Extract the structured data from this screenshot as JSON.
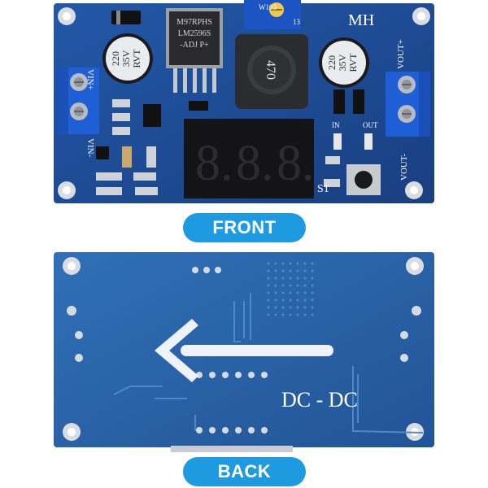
{
  "labels": {
    "front": "FRONT",
    "back": "BACK"
  },
  "front_board": {
    "brand": "MH",
    "regulator_line1": "M97RPHS",
    "regulator_line2": "LM2596S",
    "regulator_line3": "-ADJ P+",
    "inductor": "470",
    "trimmer_top": "W103",
    "trimmer_side": "13",
    "cap_left_line1": "220",
    "cap_left_line2": "35V",
    "cap_left_line3": "RVT",
    "cap_right_line1": "220",
    "cap_right_line2": "35V",
    "cap_right_line3": "RVT",
    "display_digits": [
      "8.",
      "8.",
      "8."
    ],
    "switch_label": "S1",
    "led_in": "IN",
    "led_out": "OUT",
    "vin_plus": "VIN+",
    "vin_minus": "VIN-",
    "vout_plus": "VOUT+",
    "vout_minus": "VOUT-"
  },
  "back_board": {
    "silkscreen": "DC - DC"
  },
  "colors": {
    "pill": "#1e9be0",
    "pcb_front": "#1f4f9a",
    "pcb_back": "#2a62a8",
    "terminal": "#1f5fd6"
  }
}
